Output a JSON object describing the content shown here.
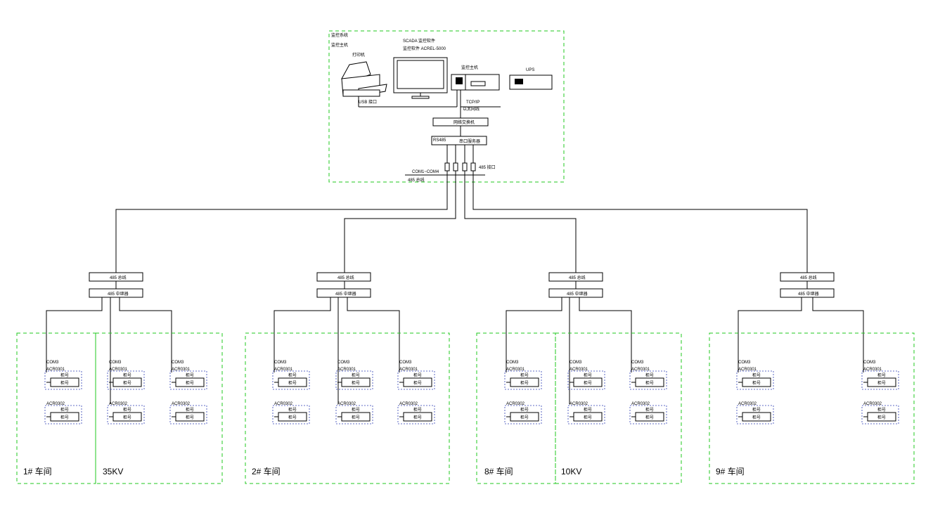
{
  "control_room": {
    "title_line1": "监控系统",
    "title_line2": "监控主机",
    "printer_label": "打印机",
    "usb_label": "USB 接口",
    "monitor_label_line1": "SCADA 监控软件",
    "monitor_label_line2": "监控软件 ACREL-5000",
    "host_label": "监控主机",
    "ups_label": "UPS",
    "tcp_label_line1": "TCP/IP",
    "tcp_label_line2": "以太网线",
    "switch_label": "网络交换机",
    "server_label": "串口服务器",
    "server_side_label": "RS485",
    "rs485_label": "485 接口",
    "com_label": "COM1~COM4",
    "bus_label": "485 总线"
  },
  "repeaters": [
    {
      "top": "485 总线",
      "bottom": "485 中继器"
    },
    {
      "top": "485 总线",
      "bottom": "485 中继器"
    },
    {
      "top": "485 总线",
      "bottom": "485 中继器"
    },
    {
      "top": "485 总线",
      "bottom": "485 中继器"
    }
  ],
  "meters": {
    "com_label": "COM3",
    "model_a": "ACR0301",
    "model_b": "ACR0302",
    "cabinet_label": "柜号"
  },
  "zones": [
    {
      "label": "1# 车间"
    },
    {
      "label": "35KV"
    },
    {
      "label": "2# 车间"
    },
    {
      "label": "8# 车间"
    },
    {
      "label": "10KV"
    },
    {
      "label": "9# 车间"
    }
  ]
}
